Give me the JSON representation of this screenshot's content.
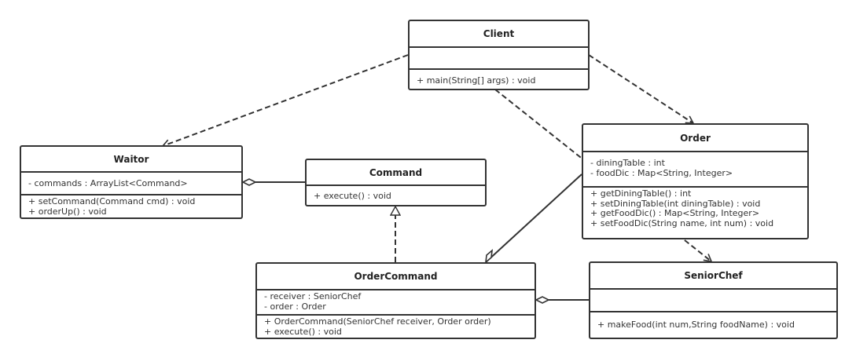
{
  "classes": {
    "client": {
      "name": "Client",
      "attributes": [],
      "methods": [
        "+ main(String[] args) : void"
      ]
    },
    "waitor": {
      "name": "Waitor",
      "attributes": [
        "- commands :  ArrayList<Command>"
      ],
      "methods": [
        "+ setCommand(Command cmd) : void",
        "+ orderUp() : void"
      ]
    },
    "command": {
      "name": "Command",
      "methods": [
        "+ execute() : void"
      ]
    },
    "order": {
      "name": "Order",
      "attributes": [
        "- diningTable : int",
        "- foodDic :   Map<String, Integer>"
      ],
      "methods": [
        "+ getDiningTable() : int",
        "+ setDiningTable(int diningTable) : void",
        "+ getFoodDic() : Map<String, Integer>",
        "+ setFoodDic(String name, int num) : void"
      ]
    },
    "orderCommand": {
      "name": "OrderCommand",
      "attributes": [
        "- receiver : SeniorChef",
        "- order : Order"
      ],
      "methods": [
        "+ OrderCommand(SeniorChef receiver, Order order)",
        "+ execute() : void"
      ]
    },
    "seniorChef": {
      "name": "SeniorChef",
      "attributes": [],
      "methods": [
        "+ makeFood(int num,String foodName) : void"
      ]
    }
  },
  "relations": [
    {
      "from": "Client",
      "to": "Waitor",
      "type": "dependency"
    },
    {
      "from": "Client",
      "to": "Order",
      "type": "dependency"
    },
    {
      "from": "Client",
      "to": "SeniorChef",
      "type": "dependency"
    },
    {
      "from": "OrderCommand",
      "to": "Command",
      "type": "realization"
    },
    {
      "from": "Command",
      "to": "Waitor",
      "type": "aggregation"
    },
    {
      "from": "Order",
      "to": "OrderCommand",
      "type": "aggregation"
    },
    {
      "from": "SeniorChef",
      "to": "OrderCommand",
      "type": "aggregation"
    }
  ]
}
